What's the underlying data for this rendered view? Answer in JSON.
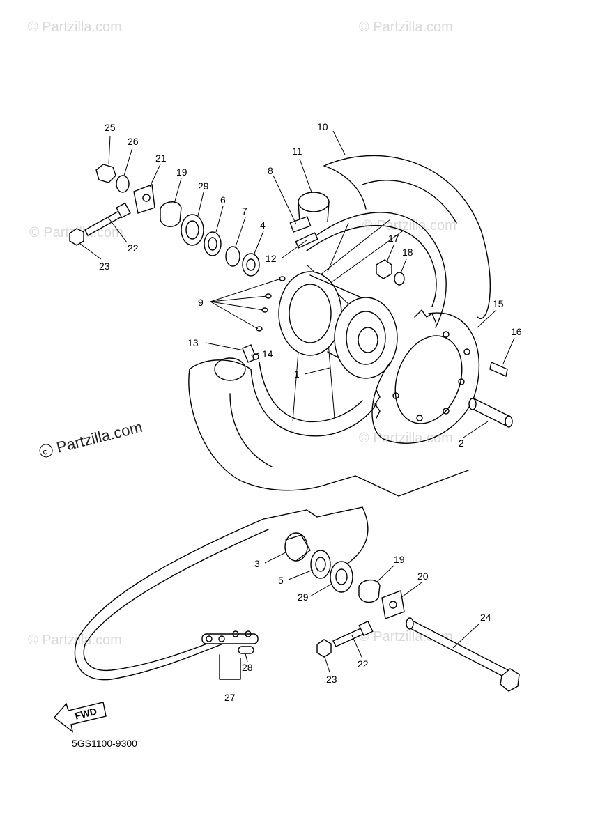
{
  "watermark": {
    "text": "© Partzilla.com",
    "text_plain": "Partzilla.com"
  },
  "callouts": {
    "c1": "1",
    "c2": "2",
    "c3": "3",
    "c4": "4",
    "c5": "5",
    "c6": "6",
    "c7": "7",
    "c8": "8",
    "c9": "9",
    "c10": "10",
    "c11": "11",
    "c12": "12",
    "c13": "13",
    "c14": "14",
    "c15": "15",
    "c16": "16",
    "c17": "17",
    "c18": "18",
    "c19a": "19",
    "c19b": "19",
    "c20": "20",
    "c21": "21",
    "c22a": "22",
    "c22b": "22",
    "c23a": "23",
    "c23b": "23",
    "c24": "24",
    "c25": "25",
    "c26": "26",
    "c27": "27",
    "c28": "28",
    "c29a": "29",
    "c29b": "29"
  },
  "fwd_label": "FWD",
  "diagram_code": "5GS1100-9300",
  "colors": {
    "line": "#000000",
    "watermark": "#d9d9d9",
    "background": "#ffffff"
  }
}
